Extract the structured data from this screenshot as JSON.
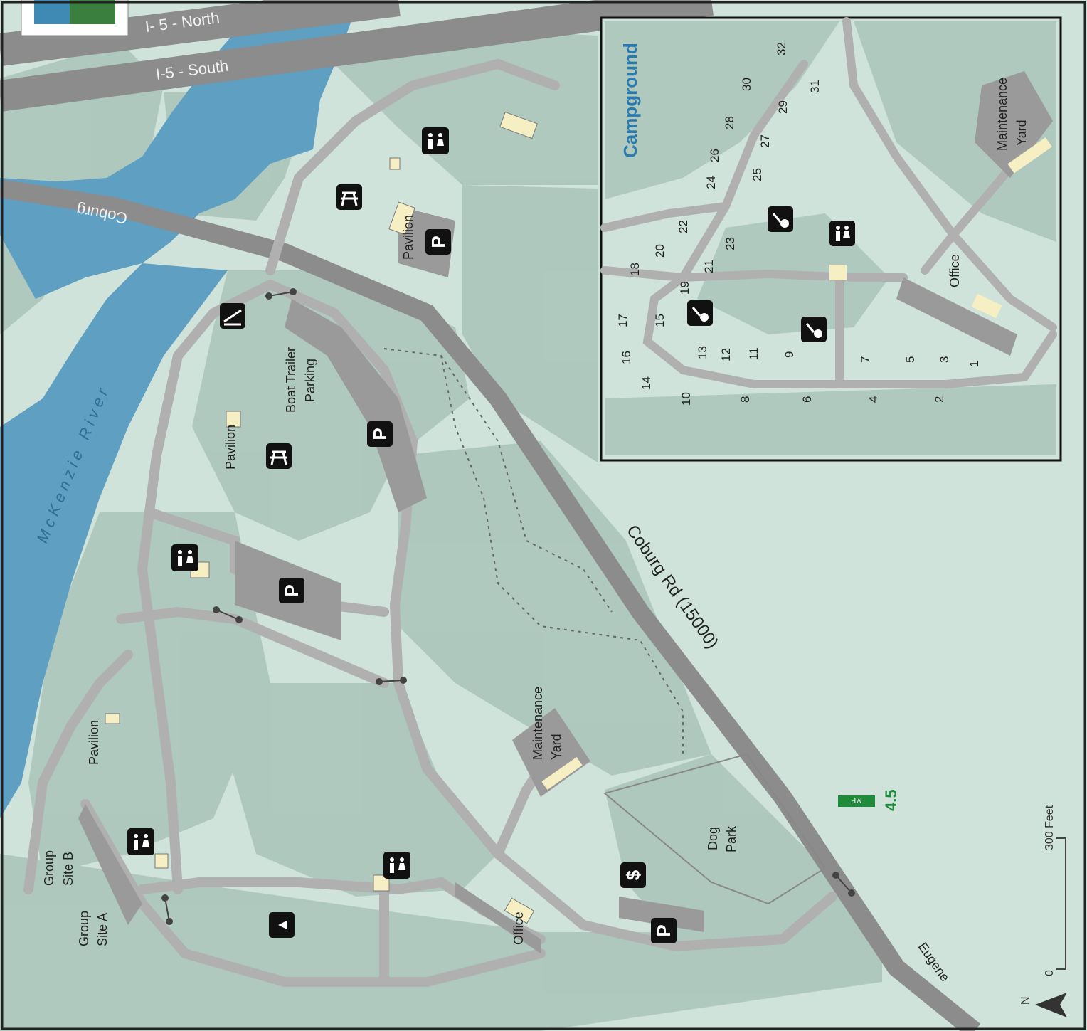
{
  "roads": {
    "i5_north": "I- 5 - North",
    "i5_south": "I-5 - South",
    "coburg": "Coburg",
    "coburg_rd": "Coburg Rd (15000)",
    "eugene": "Eugene"
  },
  "river": "McKenzie River",
  "labels": {
    "boat_trailer_1": "Boat Trailer",
    "boat_trailer_2": "Parking",
    "pavilion": "Pavilion",
    "maintenance": "Maintenance",
    "yard": "Yard",
    "dog": "Dog",
    "park": "Park",
    "office": "Office",
    "group_site_b_1": "Group",
    "group_site_b_2": "Site B",
    "group_site_a_1": "Group",
    "group_site_a_2": "Site A"
  },
  "milepost": {
    "value": "4.5",
    "sign": "MP"
  },
  "scale": {
    "zero": "0",
    "length": "300 Feet"
  },
  "north": "N",
  "inset": {
    "title": "Campground",
    "office": "Office",
    "maintenance": "Maintenance",
    "yard": "Yard",
    "sites": [
      "1",
      "2",
      "3",
      "4",
      "5",
      "6",
      "7",
      "8",
      "9",
      "10",
      "11",
      "12",
      "13",
      "14",
      "15",
      "16",
      "17",
      "18",
      "19",
      "20",
      "21",
      "22",
      "23",
      "24",
      "25",
      "26",
      "27",
      "28",
      "29",
      "30",
      "31",
      "32"
    ]
  },
  "symbols": {
    "parking": "P",
    "fee": "$",
    "camping": "▲",
    "restroom": "restroom-icon",
    "picnic": "picnic-table-icon",
    "boat_ramp": "boat-ramp-icon",
    "dump_station": "dump-station-icon"
  },
  "colors": {
    "background": "#cfe3da",
    "forest": "#a9c4b8",
    "road": "#8c8c8c",
    "river": "#5f9fc2",
    "trail": "#b0b0b0",
    "milepost": "#1f8a3a",
    "building": "#f7efc4"
  }
}
